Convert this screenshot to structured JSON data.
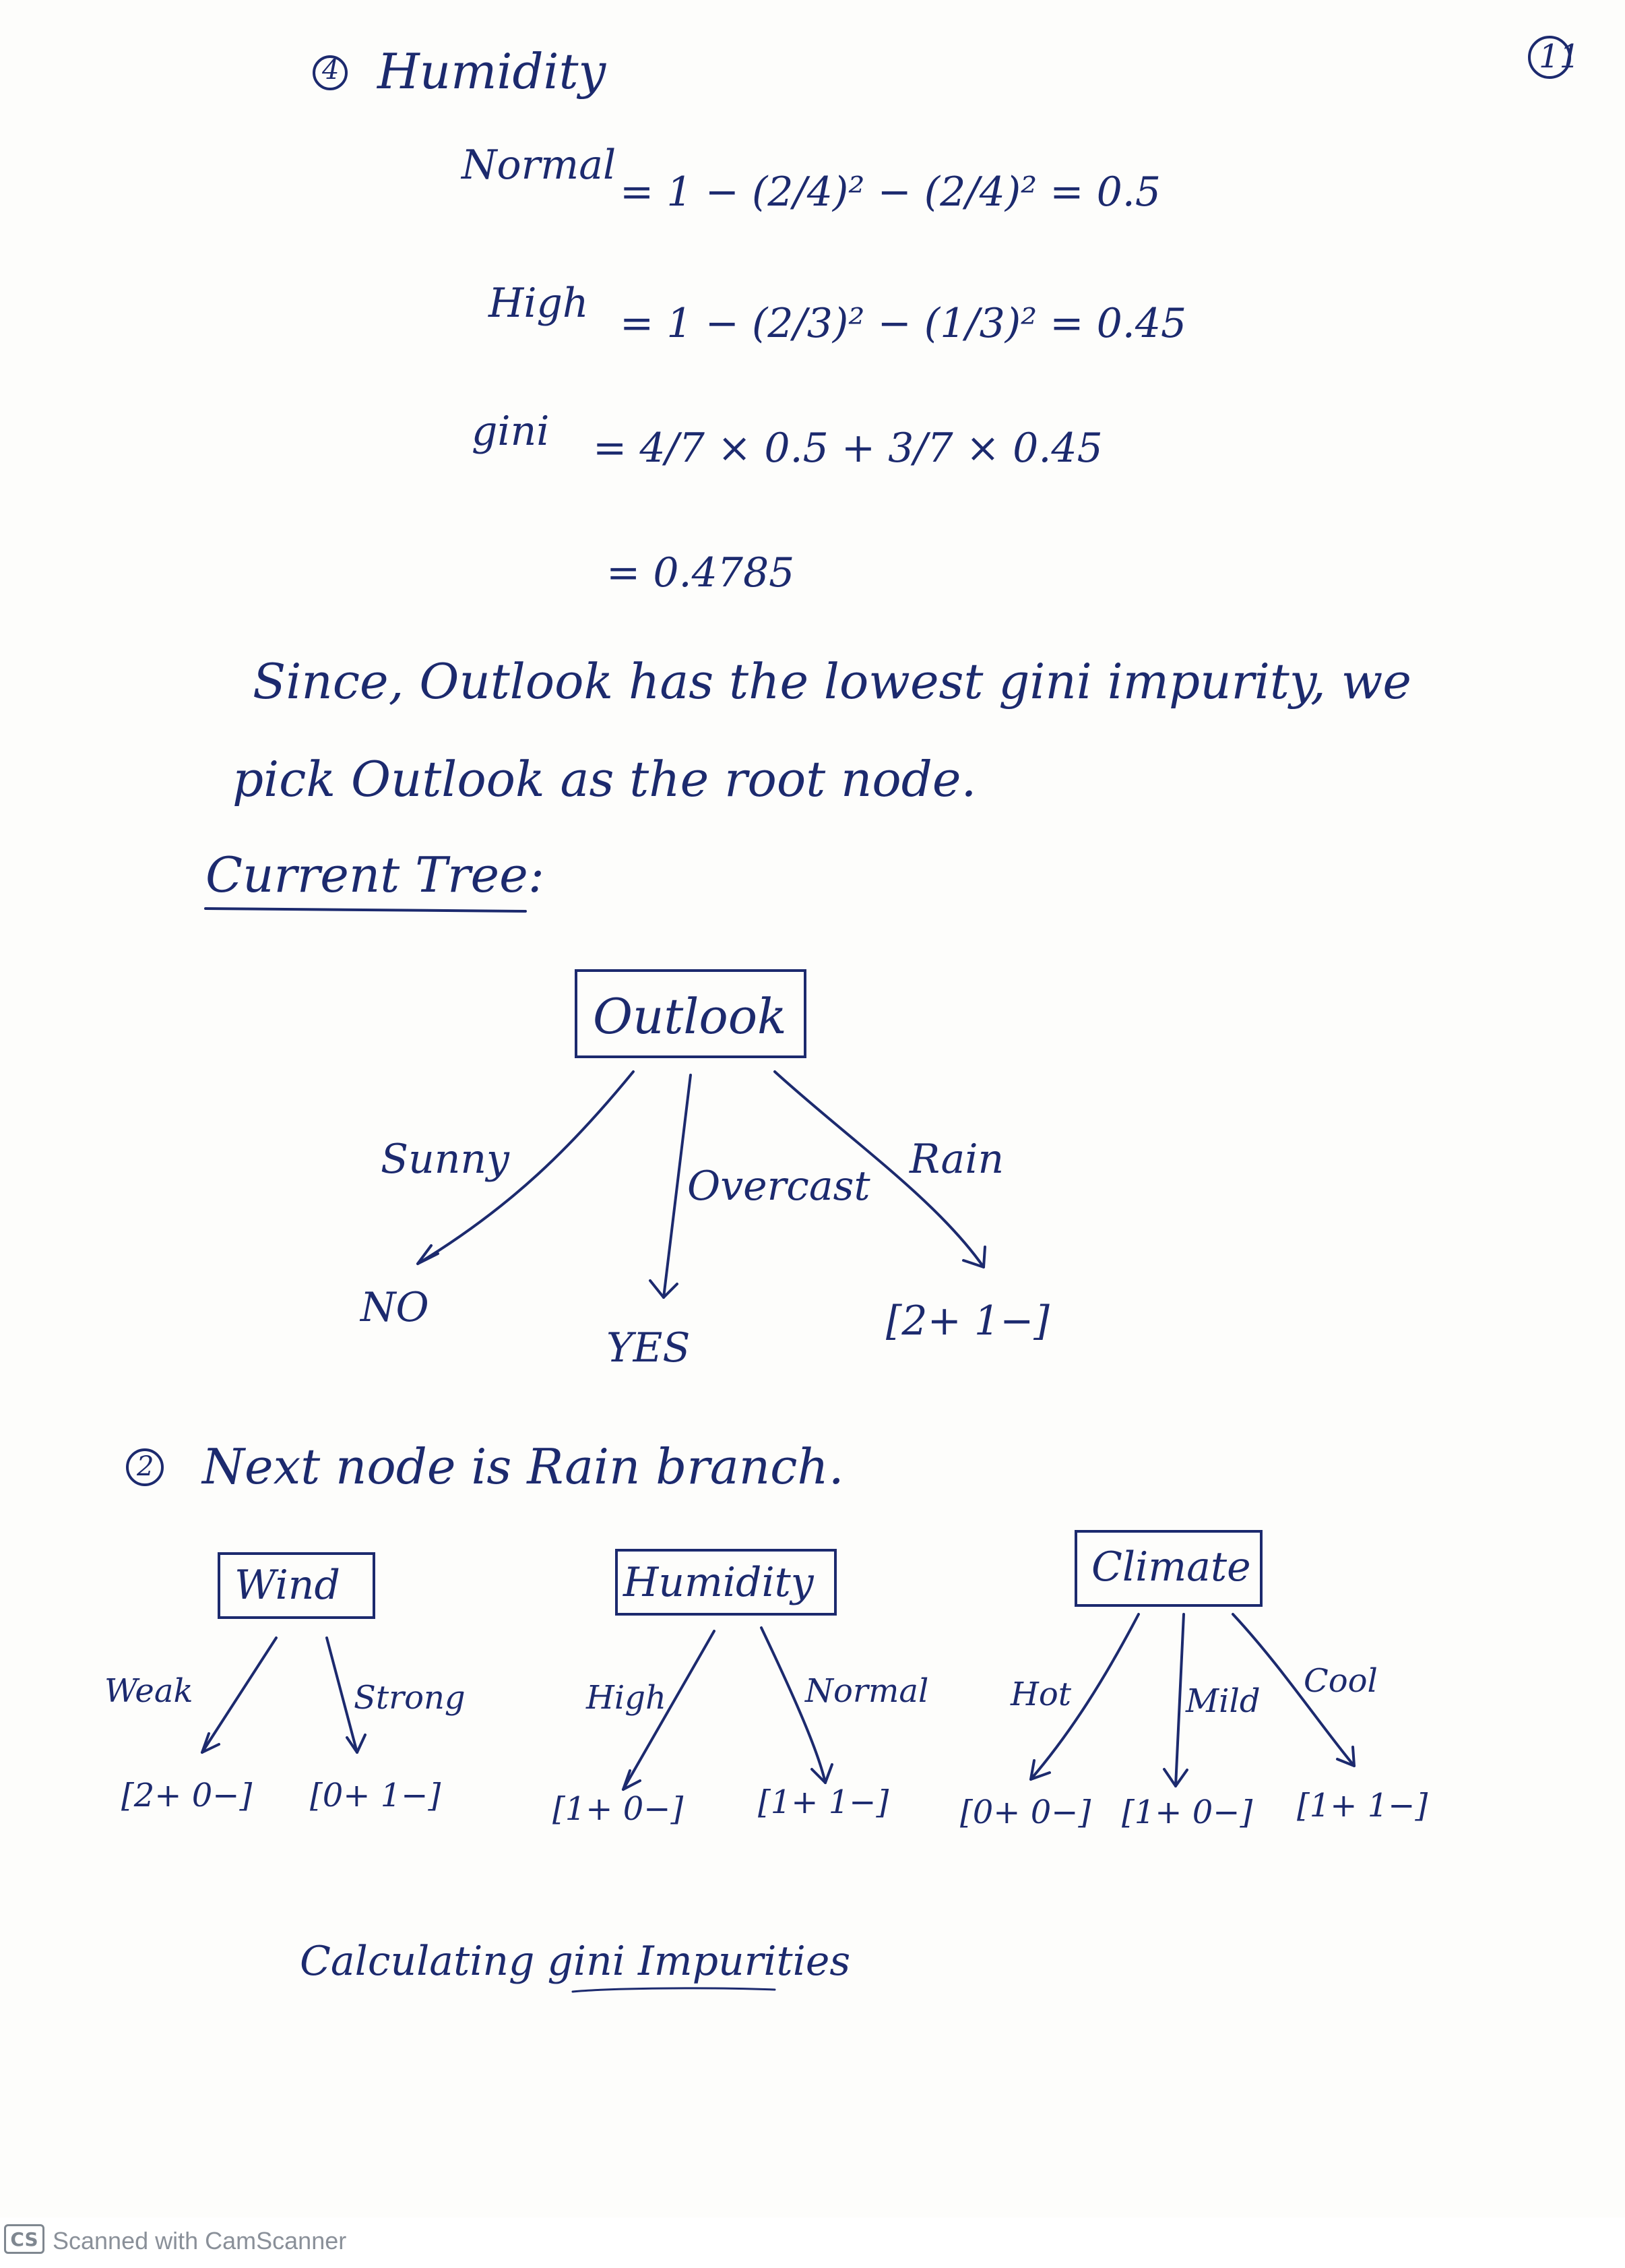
{
  "page_number": "11",
  "section4": {
    "marker": "4",
    "heading": "Humidity",
    "normal_label": "Normal",
    "normal_expr": "= 1 − (2/4)² − (2/4)² = 0.5",
    "high_label": "High",
    "high_expr": "= 1 − (2/3)² − (1/3)² = 0.45",
    "gini_label": "gini",
    "gini_expr": "= 4/7 × 0.5 + 3/7 × 0.45",
    "gini_result": "= 0.4785"
  },
  "conclusion": {
    "line1": "Since, Outlook has the lowest gini impurity, we",
    "line2": "pick Outlook as the root node."
  },
  "current_tree": {
    "heading": "Current Tree:",
    "root": "Outlook",
    "branches": [
      "Sunny",
      "Overcast",
      "Rain"
    ],
    "leaves": [
      "NO",
      "YES",
      "[2+ 1−]"
    ]
  },
  "section2": {
    "marker": "2",
    "text": "Next node is Rain branch."
  },
  "candidates": [
    {
      "name": "Wind",
      "branches": [
        "Weak",
        "Strong"
      ],
      "counts": [
        "[2+ 0−]",
        "[0+ 1−]"
      ]
    },
    {
      "name": "Humidity",
      "branches": [
        "High",
        "Normal"
      ],
      "counts": [
        "[1+ 0−]",
        "[1+ 1−]"
      ]
    },
    {
      "name": "Climate",
      "branches": [
        "Hot",
        "Mild",
        "Cool"
      ],
      "counts": [
        "[0+ 0−]",
        "[1+ 0−]",
        "[1+ 1−]"
      ]
    }
  ],
  "closing": "Calculating gini Impurities",
  "footer": {
    "logo": "CS",
    "text": "Scanned with CamScanner"
  },
  "colors": {
    "ink": "#1c2a6e",
    "paper": "#fdfdfb"
  }
}
